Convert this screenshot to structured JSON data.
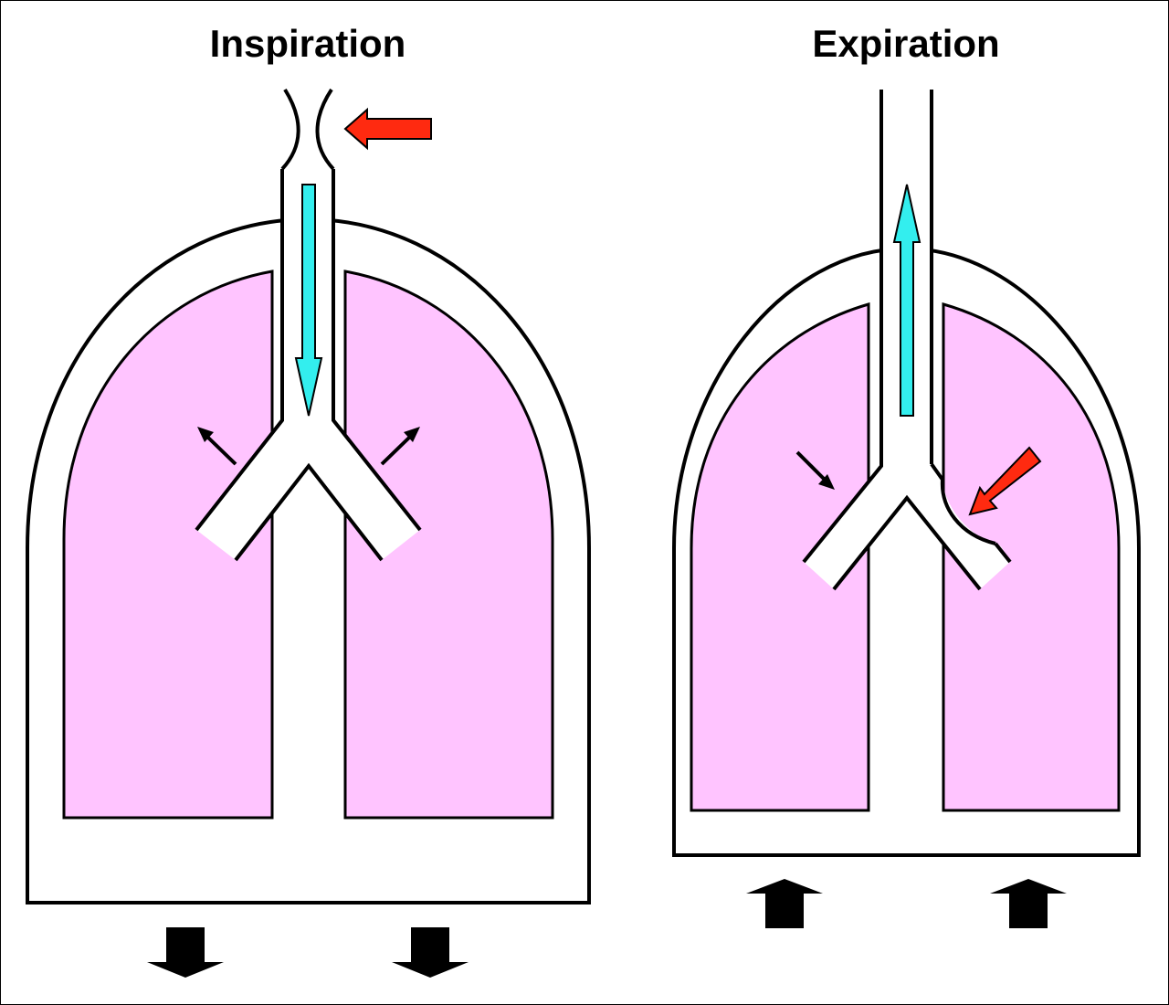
{
  "panels": {
    "left": {
      "title": "Inspiration"
    },
    "right": {
      "title": "Expiration"
    }
  },
  "colors": {
    "lung_fill": "#FFC4FF",
    "airflow_arrow": "#33EEEE",
    "pressure_arrow": "#FF2A10",
    "outline": "#000000",
    "background": "#FFFFFF"
  },
  "icons": {
    "airflow": "cyan-arrow",
    "pressure": "red-arrow",
    "wall_motion": "black-block-arrow",
    "lung_motion": "small-black-arrow"
  }
}
